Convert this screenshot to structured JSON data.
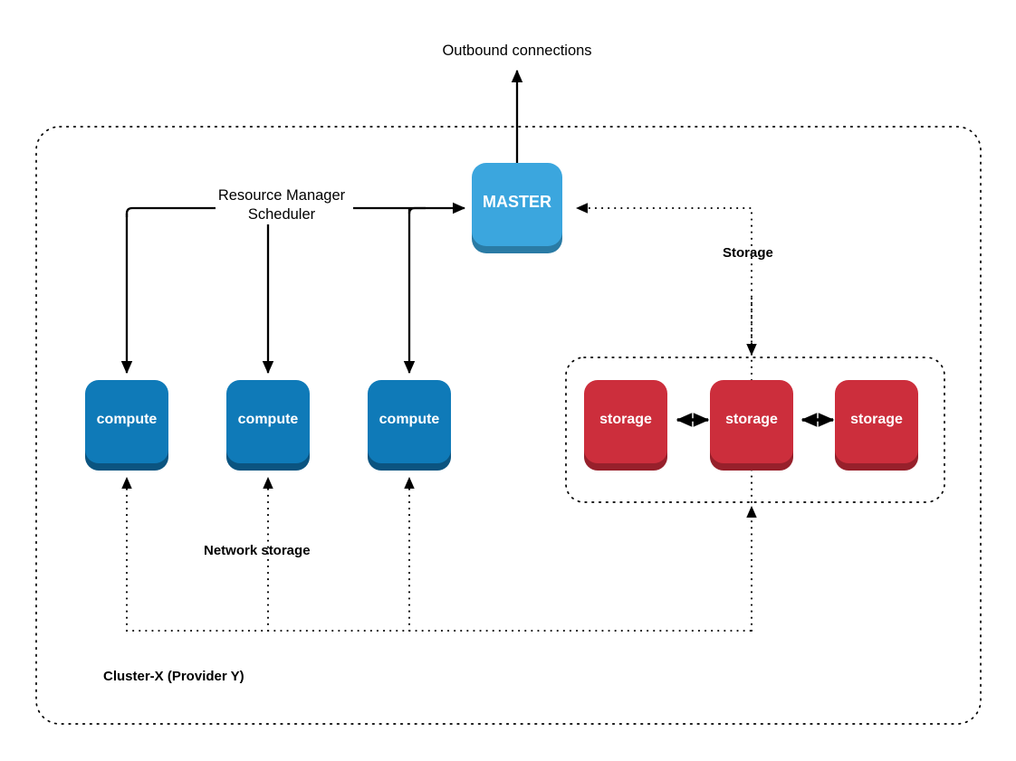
{
  "diagram": {
    "title_label": "Cluster-X (Provider Y)",
    "outbound_label": "Outbound connections",
    "scheduler_label_line1": "Resource Manager",
    "scheduler_label_line2": "Scheduler",
    "storage_link_label": "Storage",
    "network_storage_label": "Network storage",
    "colors": {
      "master_fill": "#3ba6de",
      "master_shadow": "#2a7ba5",
      "compute_fill": "#0f7ab8",
      "compute_shadow": "#0b5480",
      "storage_fill": "#cc2e3c",
      "storage_shadow": "#97202b",
      "line": "#000000",
      "background": "#ffffff",
      "node_label": "#ffffff"
    },
    "master_node": {
      "label": "MASTER"
    },
    "compute_nodes": [
      {
        "label": "compute"
      },
      {
        "label": "compute"
      },
      {
        "label": "compute"
      }
    ],
    "storage_nodes": [
      {
        "label": "storage"
      },
      {
        "label": "storage"
      },
      {
        "label": "storage"
      }
    ]
  }
}
